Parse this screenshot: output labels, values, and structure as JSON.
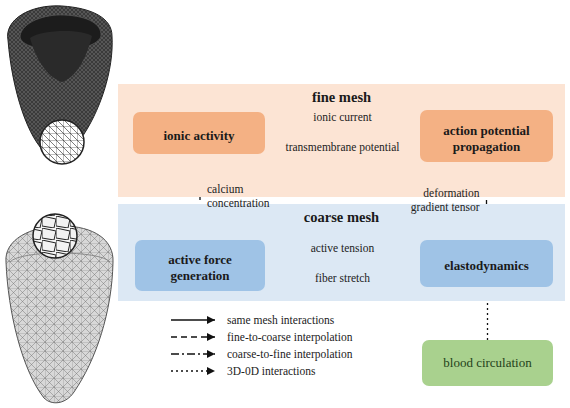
{
  "diagram": {
    "nodes": [
      {
        "text": [
          "fine mesh"
        ]
      },
      {
        "text": [
          "ionic activity"
        ],
        "in": 0
      },
      {
        "text": [
          "action potential propagation"
        ],
        "in": 0
      },
      {
        "text": [
          "coarse mesh"
        ]
      },
      {
        "text": [
          "active force generation"
        ],
        "in": 3
      },
      {
        "text": [
          "elastodynamics"
        ],
        "in": 3
      },
      {
        "text": [
          "blood circulation"
        ]
      }
    ],
    "edges": [
      {
        "from": 1,
        "to": 2,
        "label": "ionic current",
        "arrow": "to"
      },
      {
        "from": 2,
        "to": 1,
        "label": "transmembrane potential",
        "arrow": "to"
      },
      {
        "from": 1,
        "to": 4,
        "label": "calcium concentration",
        "arrow": "to"
      },
      {
        "from": 4,
        "to": 5,
        "label": "active tension",
        "arrow": "to"
      },
      {
        "from": 5,
        "to": 4,
        "label": "fiber stretch",
        "arrow": "to"
      },
      {
        "from": 5,
        "to": 2,
        "label": "deformation gradient tensor",
        "arrow": "to"
      },
      {
        "from": 6,
        "to": 5,
        "arrow": "to"
      }
    ],
    "legend": [
      {
        "text": "same mesh interactions"
      },
      {
        "text": "fine-to-coarse interpolation"
      },
      {
        "text": "coarse-to-fine interpolation"
      },
      {
        "text": "3D-0D interactions"
      }
    ]
  }
}
